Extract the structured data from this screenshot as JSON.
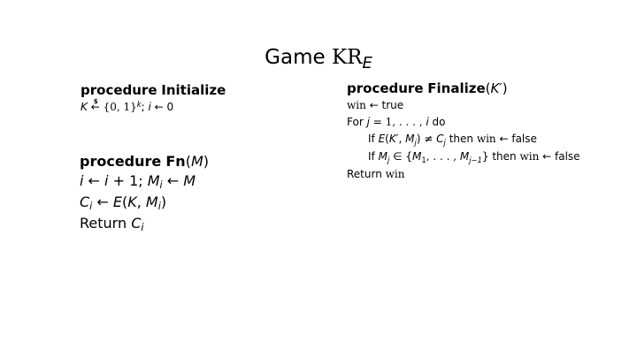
{
  "title": {
    "prefix": "Game ",
    "name": "KR",
    "subscript": "E"
  },
  "initialize": {
    "keyword": "procedure",
    "name": "Initialize",
    "line1": {
      "var_k": "K",
      "sample_symbol": "$",
      "arrow": "←",
      "set": "{0, 1}",
      "exp": "k",
      "sep": ";",
      "var_i": "i",
      "assign": "← 0"
    }
  },
  "fn": {
    "keyword": "procedure",
    "name": "Fn",
    "open": "(",
    "arg": "M",
    "close": ")",
    "line1": {
      "i": "i",
      "assign": " ← ",
      "i2": "i",
      "plus": " + 1; ",
      "m": "M",
      "m_sub": "i",
      "assign2": " ← ",
      "m2": "M"
    },
    "line2": {
      "c": "C",
      "c_sub": "i",
      "assign": " ← ",
      "e": "E",
      "args_open": "(",
      "k": "K",
      "comma": ", ",
      "m": "M",
      "m_sub": "i",
      "args_close": ")"
    },
    "line3": {
      "return": "Return ",
      "c": "C",
      "c_sub": "i"
    }
  },
  "finalize": {
    "keyword": "procedure",
    "name": "Finalize",
    "open": "(",
    "arg": "K′",
    "close": ")",
    "line1": {
      "win": "win",
      "assign": " ← ",
      "val": "true"
    },
    "line2": {
      "for": "For ",
      "j": "j",
      "range": " = 1, . . . , ",
      "i": "i",
      "do": " do"
    },
    "line3": {
      "if": "If ",
      "e": "E",
      "open": "(",
      "k": "K′",
      "comma": ", ",
      "m": "M",
      "m_sub": "j",
      "close": ")",
      "neq": " ≠ ",
      "c": "C",
      "c_sub": "j",
      "then": " then ",
      "win": "win",
      "assign": " ← ",
      "val": "false"
    },
    "line4": {
      "if": "If ",
      "m": "M",
      "m_sub": "j",
      "in": " ∈ {",
      "m1": "M",
      "m1_sub": "1",
      "dots": ", . . . , ",
      "mj": "M",
      "mj_sub": "j−1",
      "close": "}",
      "then": " then ",
      "win": "win",
      "assign": " ← ",
      "val": "false"
    },
    "line5": {
      "return": "Return ",
      "win": "win"
    }
  }
}
